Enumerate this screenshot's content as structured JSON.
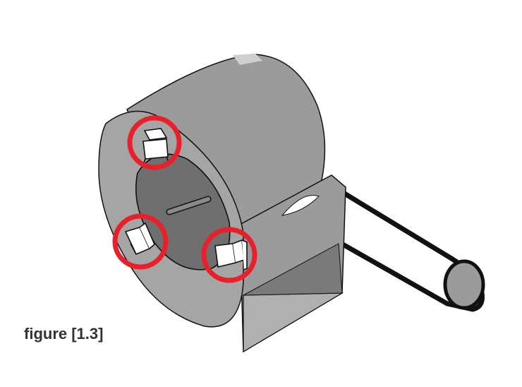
{
  "figure": {
    "caption": "figure [1.3]",
    "highlight_color": "#e8202a",
    "housing_color": "#9b9b9b",
    "housing_dark_color": "#6f6f6f",
    "outline_color": "#111111",
    "highlighted_parts": [
      "bracket-top",
      "bracket-left",
      "bracket-right"
    ]
  }
}
